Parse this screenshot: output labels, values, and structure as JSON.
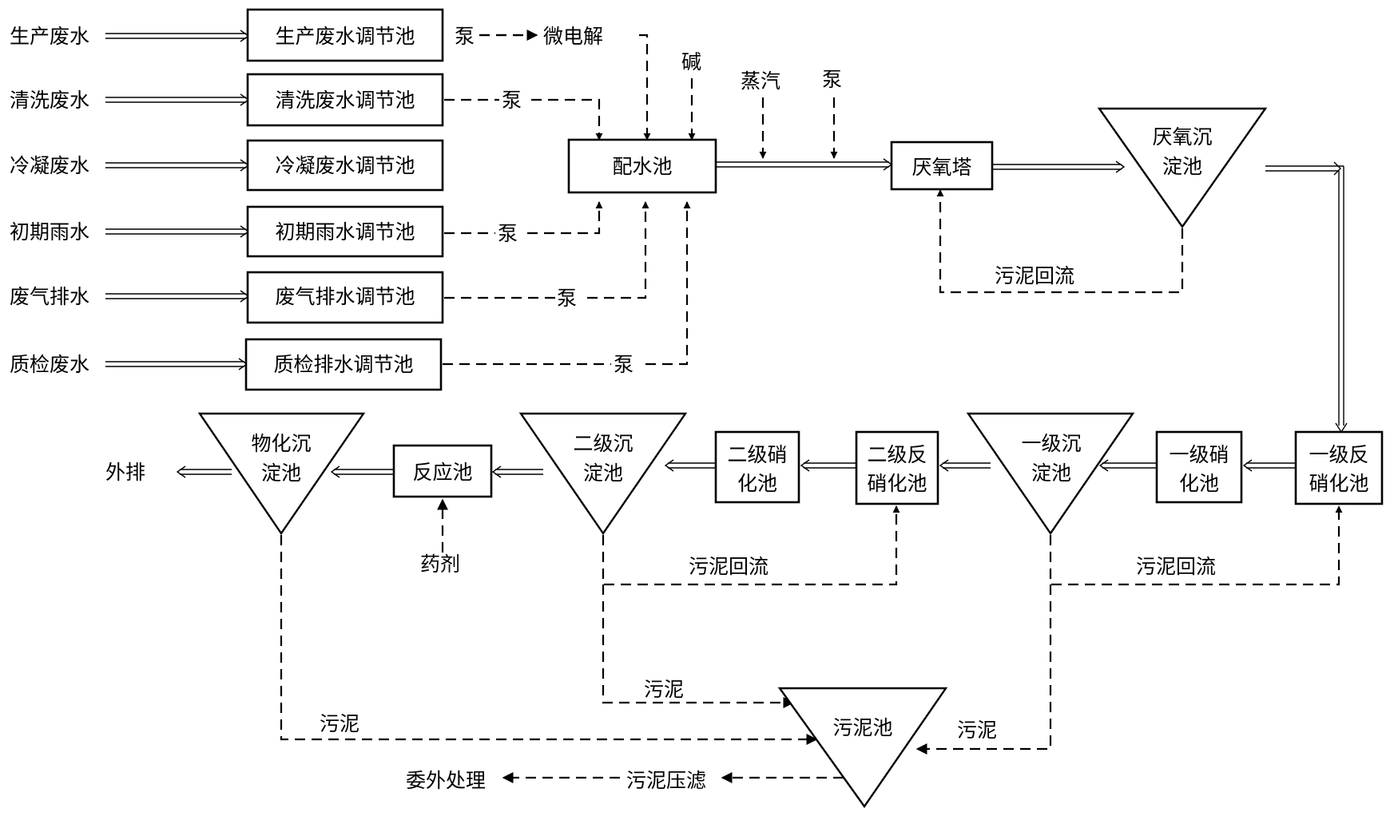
{
  "sources": [
    "生产废水",
    "清洗废水",
    "冷凝废水",
    "初期雨水",
    "废气排水",
    "质检废水"
  ],
  "tanks": [
    "生产废水调节池",
    "清洗废水调节池",
    "冷凝废水调节池",
    "初期雨水调节池",
    "废气排水调节池",
    "质检排水调节池"
  ],
  "pump": "泵",
  "micro_electrolysis": "微电解",
  "alkali": "碱",
  "steam": "蒸汽",
  "mixing_tank": "配水池",
  "anaerobic_tower": "厌氧塔",
  "anaerobic_settler": [
    "厌氧沉",
    "淀池"
  ],
  "primary_denitrification": [
    "一级反",
    "硝化池"
  ],
  "primary_nitrification": [
    "一级硝",
    "化池"
  ],
  "primary_settler": [
    "一级沉",
    "淀池"
  ],
  "secondary_denitrification": [
    "二级反",
    "硝化池"
  ],
  "secondary_nitrification": [
    "二级硝",
    "化池"
  ],
  "secondary_settler": [
    "二级沉",
    "淀池"
  ],
  "reaction_tank": "反应池",
  "reagent": "药剂",
  "physchem_settler": [
    "物化沉",
    "淀池"
  ],
  "discharge": "外排",
  "sludge_return": "污泥回流",
  "sludge": "污泥",
  "sludge_tank": "污泥池",
  "sludge_press": "污泥压滤",
  "outsourced": "委外处理"
}
